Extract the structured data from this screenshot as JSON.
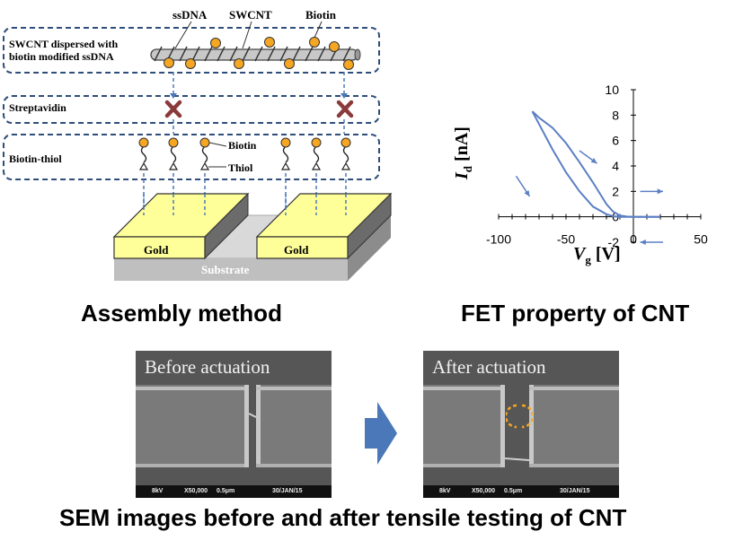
{
  "assembly": {
    "top_labels": {
      "ssdna": "ssDNA",
      "swcnt": "SWCNT",
      "biotin": "Biotin"
    },
    "box1_label": "SWCNT dispersed with\nbiotin modified ssDNA",
    "box2_label": "Streptavidin",
    "box3_label": "Biotin-thiol",
    "biotin_label": "Biotin",
    "thiol_label": "Thiol",
    "gold_left": "Gold",
    "gold_right": "Gold",
    "substrate": "Substrate",
    "caption": "Assembly method"
  },
  "fet": {
    "caption": "FET property of CNT",
    "ylabel_main": "I",
    "ylabel_sub": "d",
    "ylabel_unit": " [nA]",
    "xlabel_main": "V",
    "xlabel_sub": "g",
    "xlabel_unit": " [V]"
  },
  "chart_data": {
    "type": "line",
    "xlabel": "Vg [V]",
    "ylabel": "Id [nA]",
    "xlim": [
      -100,
      50
    ],
    "ylim": [
      -2,
      10
    ],
    "xticks": [
      -100,
      -50,
      0,
      50
    ],
    "yticks": [
      -2,
      0,
      2,
      4,
      6,
      8,
      10
    ],
    "series": [
      {
        "x": [
          -75,
          -70,
          -60,
          -50,
          -40,
          -30,
          -20,
          -15,
          -10,
          -5,
          0,
          10,
          20
        ],
        "y": [
          8.3,
          7.3,
          5.3,
          3.5,
          2.0,
          0.8,
          0.2,
          0.05,
          0,
          0,
          0,
          0,
          0
        ]
      },
      {
        "x": [
          20,
          0,
          -5,
          -10,
          -15,
          -20,
          -30,
          -40,
          -50,
          -60,
          -70,
          -75
        ],
        "y": [
          0,
          0,
          0.02,
          0.1,
          0.4,
          1.0,
          2.7,
          4.3,
          5.8,
          7.0,
          7.8,
          8.3
        ]
      }
    ],
    "color": "#5b7fc4",
    "arrows": "4 direction arrows indicating sweep direction"
  },
  "sem": {
    "before_title": "Before actuation",
    "after_title": "After actuation",
    "bar_kv": "8kV",
    "bar_mag": "X50,000",
    "bar_scale": "0.5μm",
    "bar_date": "30/JAN/15",
    "caption": "SEM images before and after tensile testing of CNT",
    "arrow_color": "#4a78b8",
    "marker_color": "#f5a623"
  }
}
